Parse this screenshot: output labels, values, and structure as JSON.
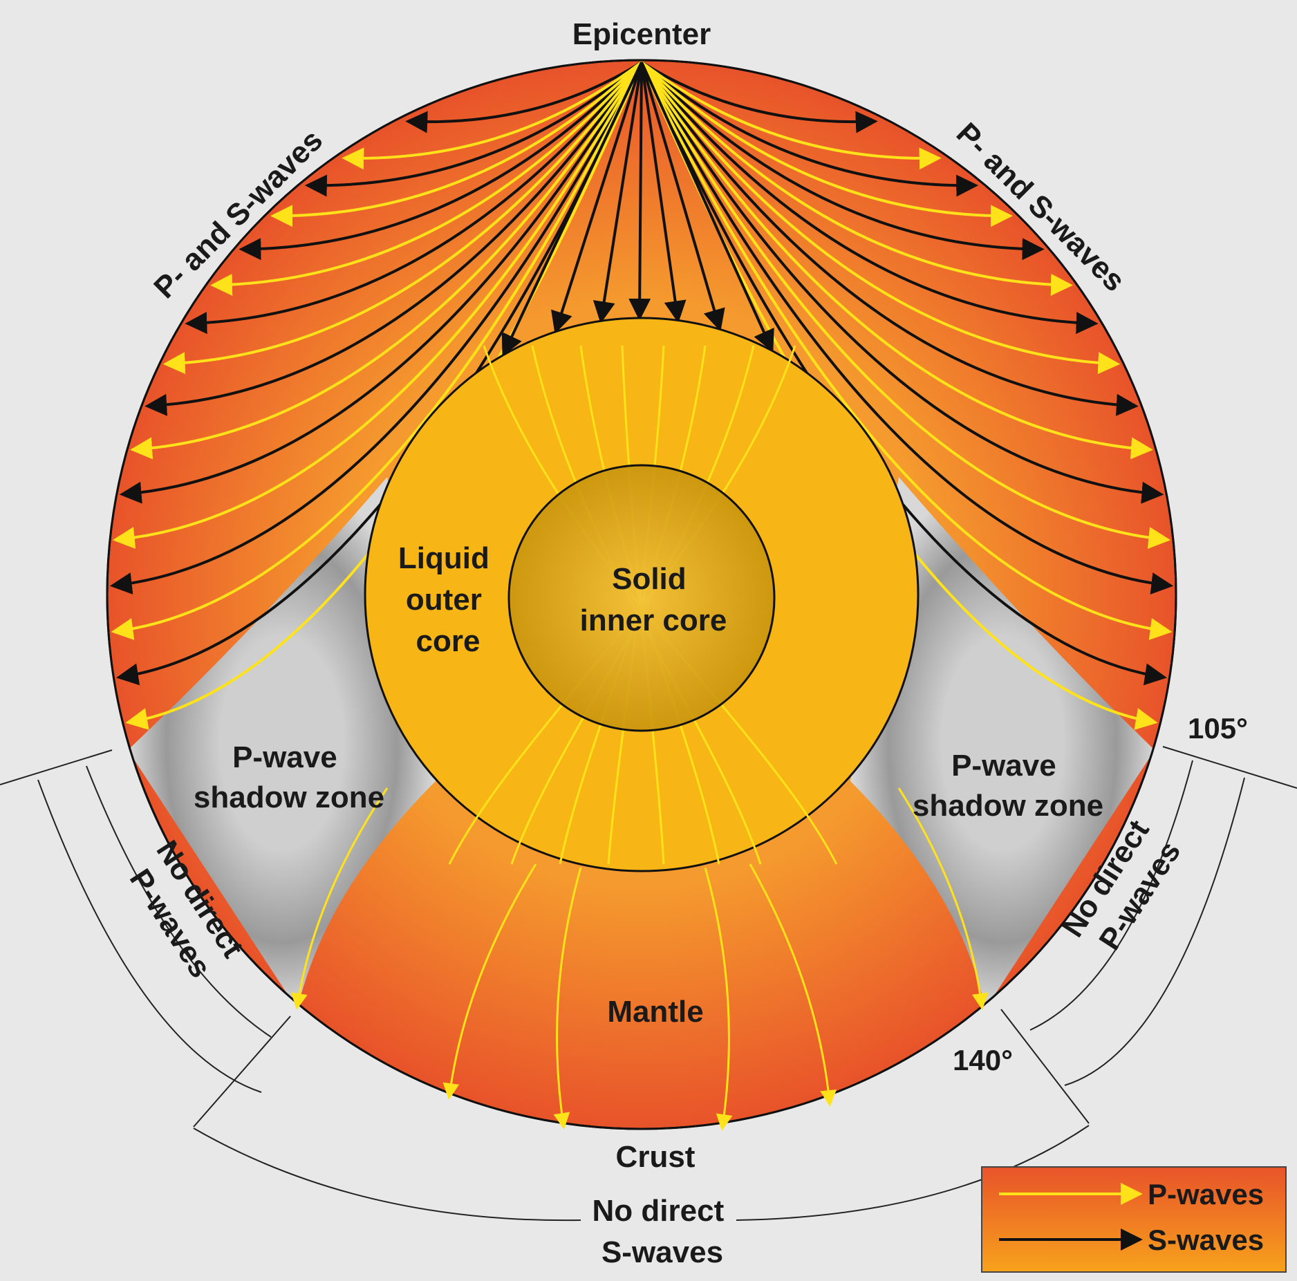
{
  "labels": {
    "epicenter": "Epicenter",
    "ps_left": "P- and S-waves",
    "ps_right": "P- and S-waves",
    "outer_core": [
      "Liquid",
      "outer",
      "core"
    ],
    "inner_core": [
      "Solid",
      "inner core"
    ],
    "shadow_left": [
      "P-wave",
      "shadow zone"
    ],
    "shadow_right": [
      "P-wave",
      "shadow zone"
    ],
    "mantle": "Mantle",
    "crust": "Crust",
    "no_p_left": [
      "No direct",
      "P-waves"
    ],
    "no_p_right": [
      "No direct",
      "P-waves"
    ],
    "no_s": [
      "No direct",
      "S-waves"
    ],
    "deg_105": "105°",
    "deg_140": "140°"
  },
  "legend": {
    "p_waves": "P-waves",
    "s_waves": "S-waves"
  },
  "colors": {
    "background": "#e8e8e8",
    "mantle_outer": "#e8532a",
    "mantle_inner": "#f59a2e",
    "outer_core": "#f7b516",
    "inner_core": "#d9a312",
    "shadow": "#a8a8a8",
    "p_wave": "#ffe21a",
    "s_wave": "#111111"
  }
}
